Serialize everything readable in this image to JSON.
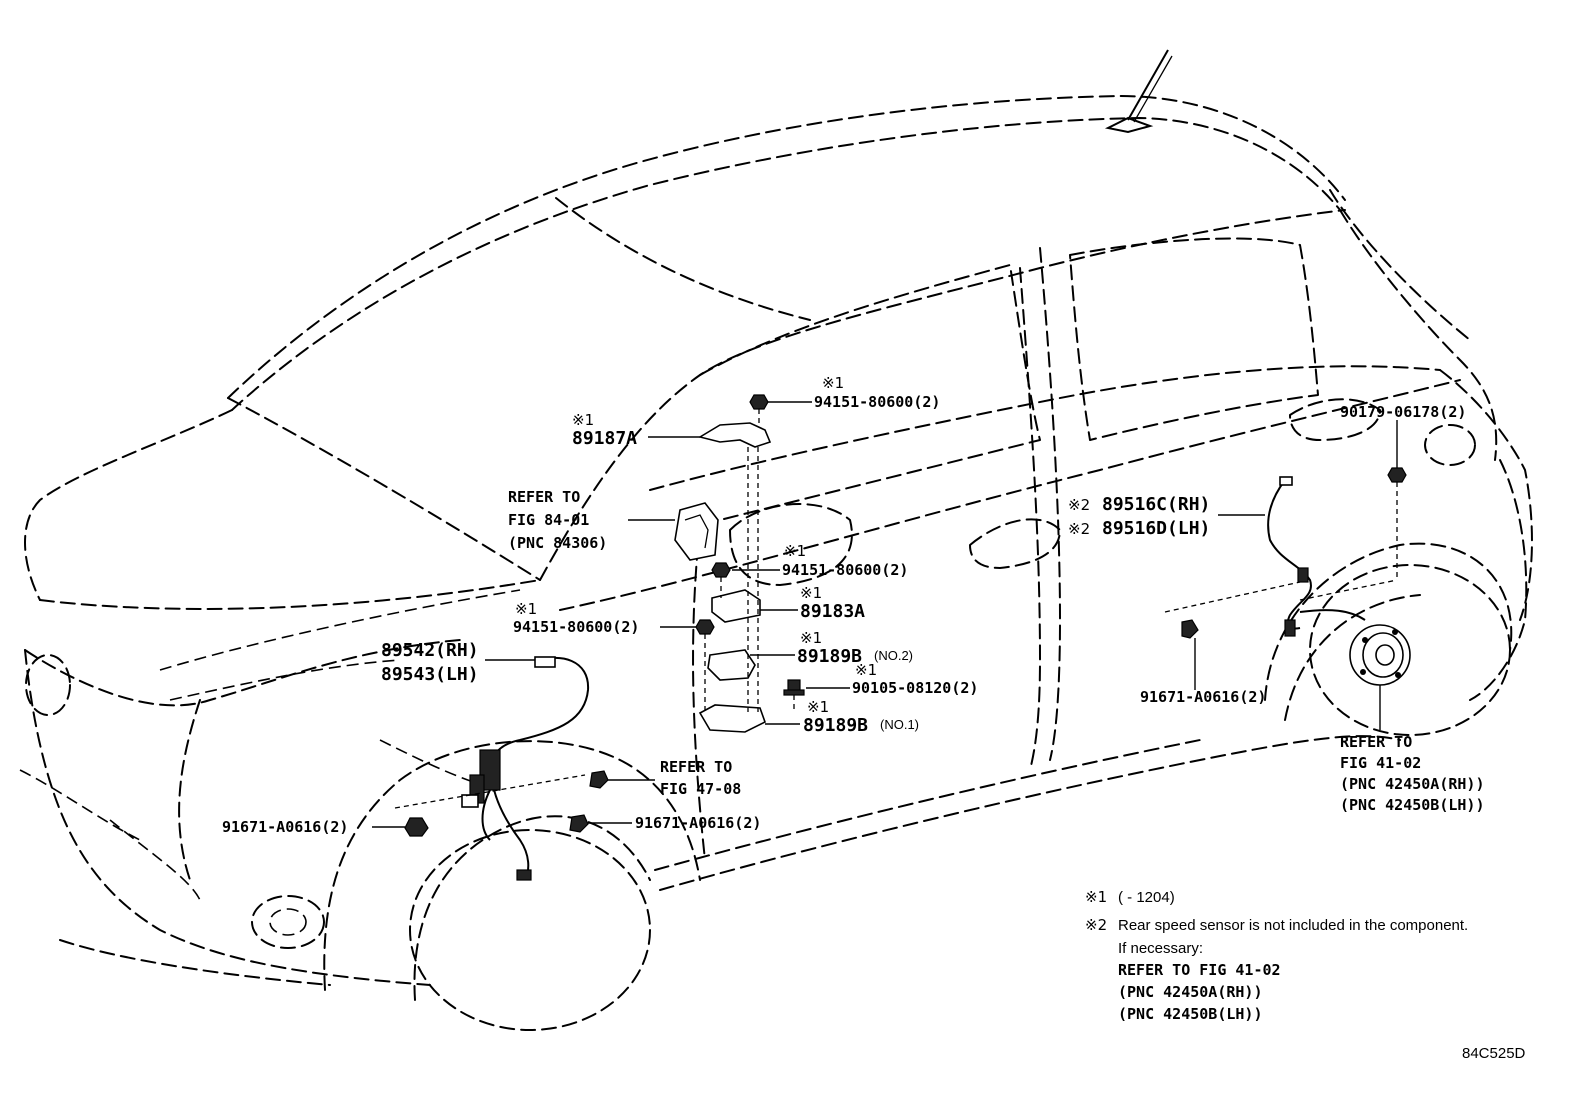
{
  "mark1": "※1",
  "mark2": "※2",
  "labels": {
    "p89187A": "89187A",
    "p94151_top": "94151-80600(2)",
    "refer84_1": "REFER TO",
    "refer84_2": "FIG 84-01",
    "refer84_3": "(PNC 84306)",
    "p94151_mid": "94151-80600(2)",
    "p89183A": "89183A",
    "p94151_left": "94151-80600(2)",
    "p89189B_no2": "89189B",
    "p89189B_no2_sfx": "(NO.2)",
    "p90105": "90105-08120(2)",
    "p89189B_no1": "89189B",
    "p89189B_no1_sfx": "(NO.1)",
    "p89542": "89542(RH)",
    "p89543": "89543(LH)",
    "refer47_1": "REFER TO",
    "refer47_2": "FIG 47-08",
    "p91671_left": "91671-A0616(2)",
    "p91671_center": "91671-A0616(2)",
    "p91671_right": "91671-A0616(2)",
    "p90179": "90179-06178(2)",
    "p89516C": "89516C(RH)",
    "p89516D": "89516D(LH)",
    "refer41_1": "REFER TO",
    "refer41_2": "FIG 41-02",
    "refer41_3": "(PNC 42450A(RH))",
    "refer41_4": "(PNC 42450B(LH))"
  },
  "notes": {
    "n1": "(       - 1204)",
    "n2": "Rear speed sensor is not included in the component.",
    "n3": "If necessary:",
    "n4": "REFER TO FIG 41-02",
    "n5": "(PNC 42450A(RH))",
    "n6": "(PNC 42450B(LH))"
  },
  "diagram_code": "84C525D"
}
